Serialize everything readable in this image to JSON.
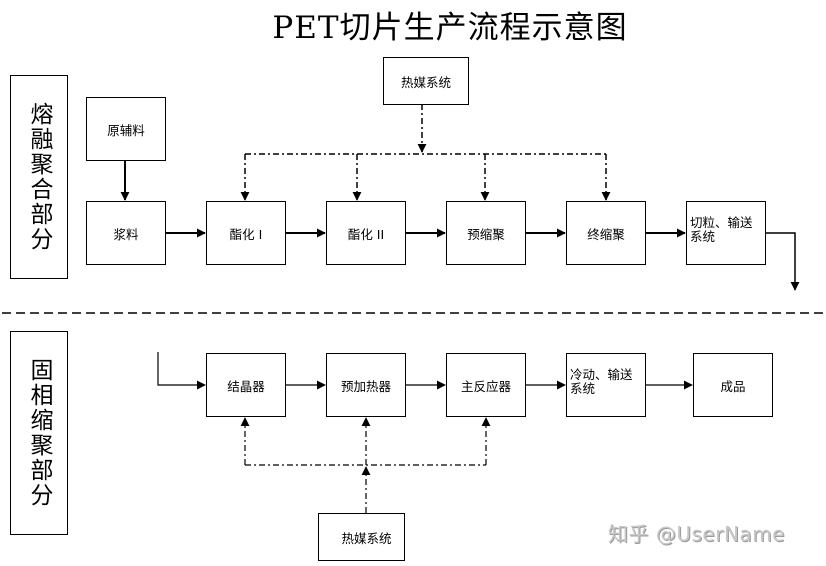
{
  "title": "PET切片生产流程示意图",
  "sections": {
    "melt": "熔融聚合部分",
    "solid": "固相缩聚部分"
  },
  "top_row": {
    "raw_material": "原辅料",
    "slurry": "浆料",
    "esterification_1": "酯化 I",
    "esterification_2": "酯化 II",
    "prepolycondensation": "预缩聚",
    "final_polycondensation": "终缩聚",
    "cutting_conveying": "切粒、输送系统",
    "heat_medium": "热媒系统"
  },
  "bottom_row": {
    "crystallizer": "结晶器",
    "preheater": "预加热器",
    "main_reactor": "主反应器",
    "cooling_conveying": "冷动、输送系统",
    "product": "成品",
    "heat_medium": "热媒系统"
  },
  "watermark": "知乎 @UserName"
}
